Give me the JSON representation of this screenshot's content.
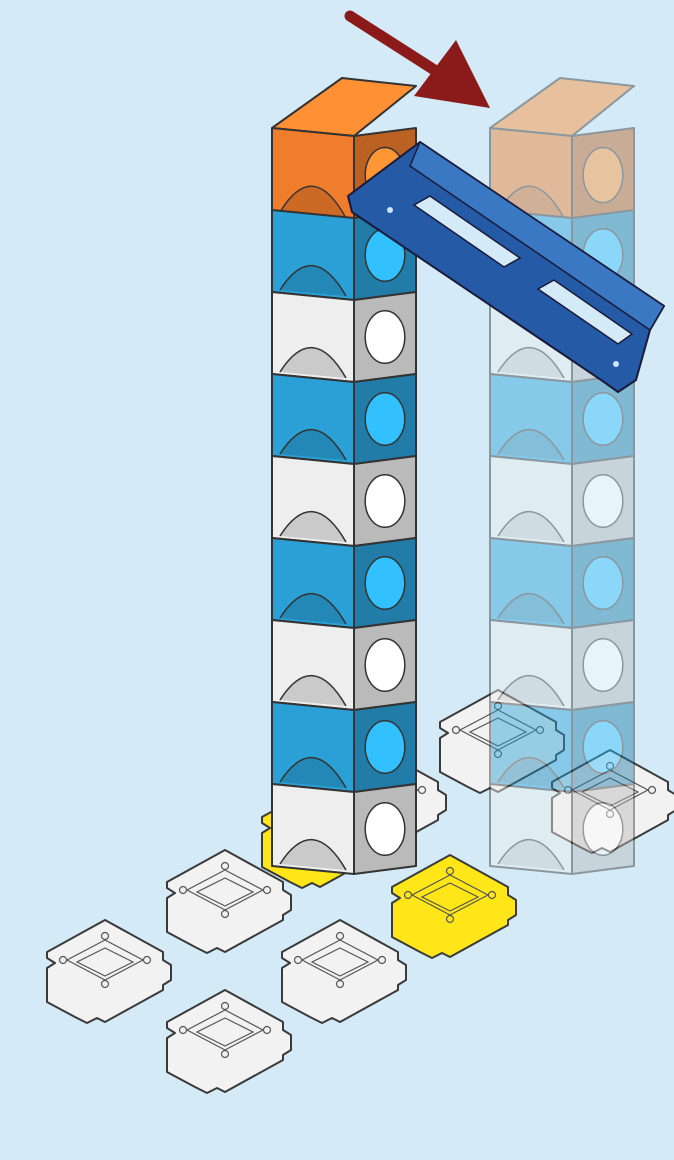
{
  "colors": {
    "background": "#d4ebf7",
    "arrow": "#8b1a1a",
    "orange_block": "#f07d2c",
    "blue_block": "#2aa0d6",
    "white_block": "#eeeeee",
    "rail": "#245aa6",
    "highlight_tile": "#ffe619",
    "base_tile": "#f2f2f2"
  },
  "icons": {
    "direction": "arrow-icon"
  },
  "tower": {
    "blocks": [
      "orange",
      "blue",
      "white",
      "blue",
      "white",
      "blue",
      "white",
      "blue",
      "white"
    ]
  },
  "ghost_tower": {
    "blocks": [
      "orange",
      "blue",
      "white",
      "blue",
      "white",
      "blue",
      "white",
      "blue",
      "white"
    ]
  }
}
